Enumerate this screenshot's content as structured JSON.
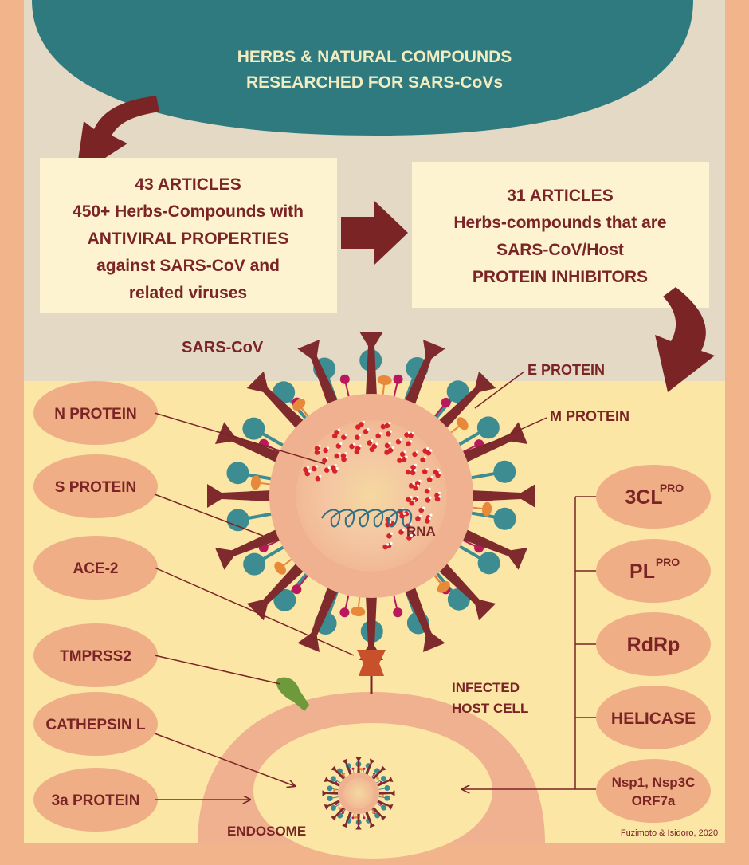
{
  "header": {
    "line1": "HERBS & NATURAL COMPOUNDS",
    "line2": "RESEARCHED FOR SARS-CoVs"
  },
  "box_left": {
    "line1": "43 ARTICLES",
    "line2": "450+ Herbs-Compounds with",
    "line3": "ANTIVIRAL PROPERTIES",
    "line4": "against SARS-CoV and",
    "line5": "related viruses"
  },
  "box_right": {
    "line1": "31 ARTICLES",
    "line2": "Herbs-compounds that are",
    "line3": "SARS-CoV/Host",
    "line4": "PROTEIN INHIBITORS"
  },
  "virus_labels": {
    "sars_cov": "SARS-CoV",
    "e_protein": "E PROTEIN",
    "m_protein": "M PROTEIN",
    "rna": "RNA"
  },
  "left_targets": [
    "N PROTEIN",
    "S PROTEIN",
    "ACE-2",
    "TMPRSS2",
    "CATHEPSIN L",
    "3a PROTEIN"
  ],
  "right_targets": {
    "t1_base": "3CL",
    "t1_sup": "PRO",
    "t2_base": "PL",
    "t2_sup": "PRO",
    "t3": "RdRp",
    "t4": "HELICASE",
    "t5_line1": "Nsp1, Nsp3C",
    "t5_line2": "ORF7a"
  },
  "cell_labels": {
    "infected_line1": "INFECTED",
    "infected_line2": "HOST CELL",
    "endosome": "ENDOSOME"
  },
  "credit": "Fuzimoto & Isidoro, 2020",
  "colors": {
    "frame": "#f2b48a",
    "upper_bg": "#e3d9c5",
    "lower_bg": "#fbe6a6",
    "header_teal": "#2f7a7f",
    "header_text": "#f3ecc0",
    "box_fill": "#fdf3d0",
    "dark_red": "#7a2426",
    "pill_fill": "#efae86",
    "virus_body": "#efb18f",
    "spike": "#7f2a2d",
    "teal_protein": "#3c8c92",
    "magenta": "#b9195c",
    "orange": "#e8893a",
    "tmprss_green": "#6e9a3c"
  }
}
